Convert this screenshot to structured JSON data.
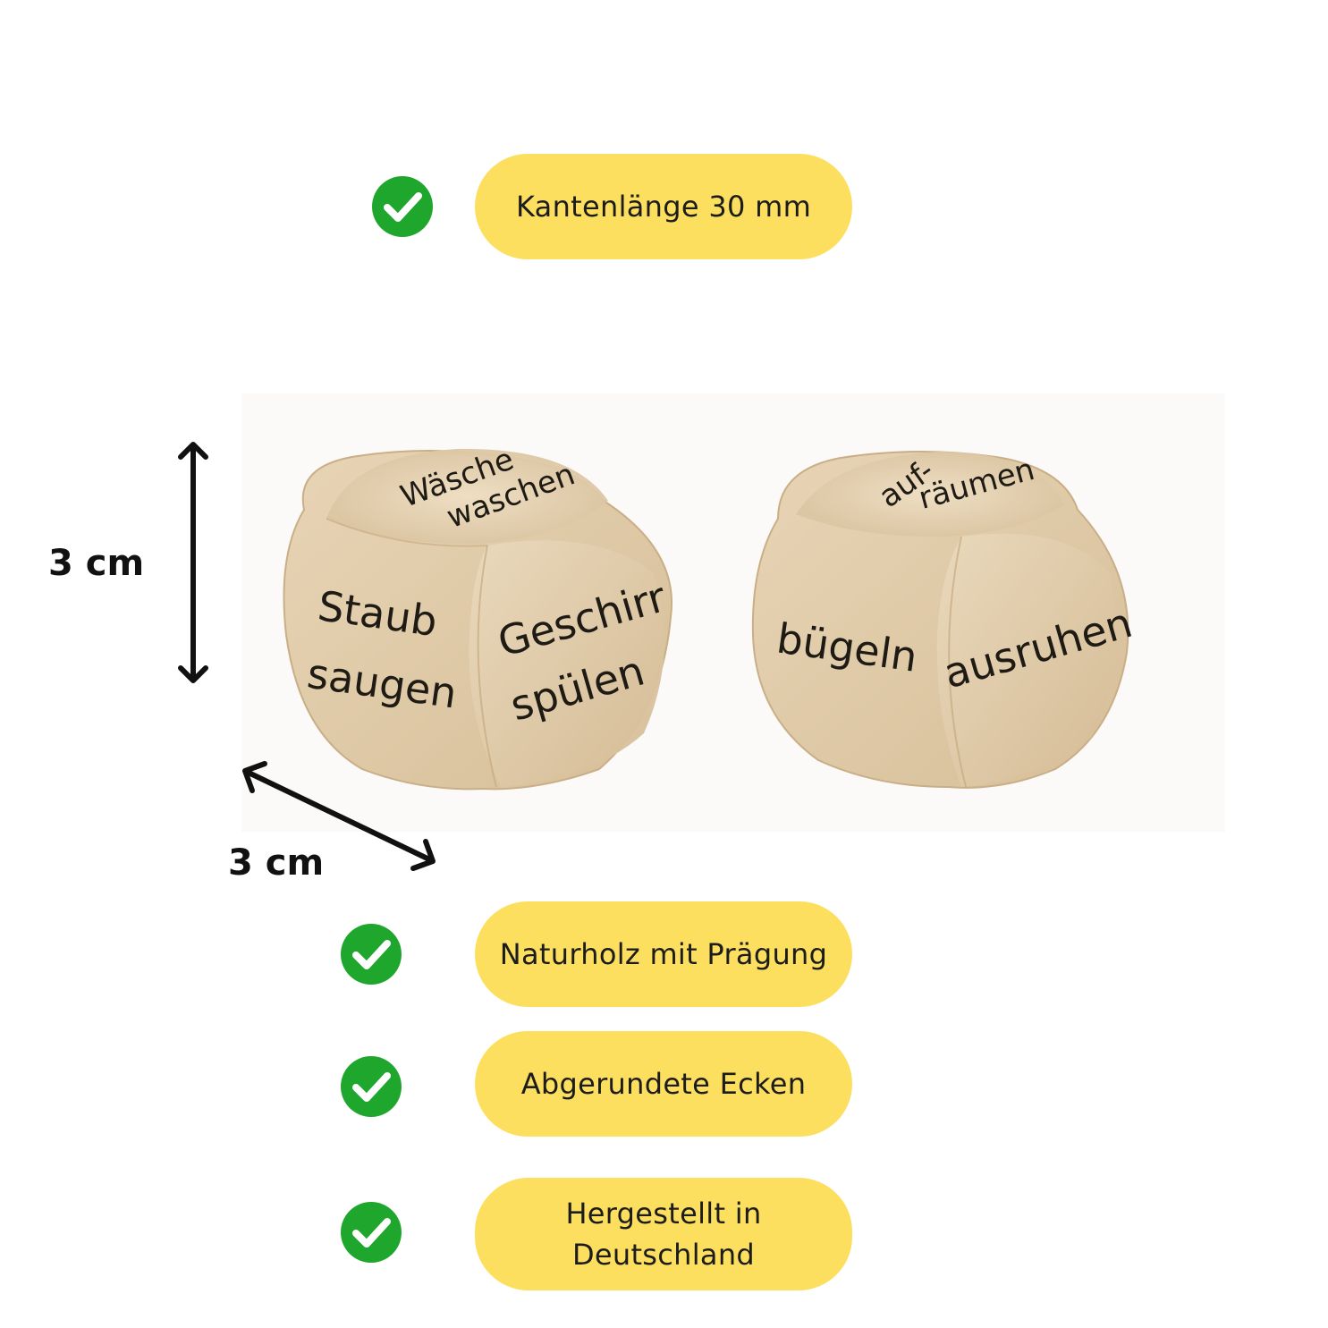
{
  "features": {
    "top": "Kantenlänge 30 mm",
    "items": [
      "Naturholz mit Prägung",
      "Abgerundete Ecken",
      "Hergestellt in Deutschland"
    ]
  },
  "dimensions": {
    "height_label": "3 cm",
    "width_label": "3 cm"
  },
  "dice": {
    "left": {
      "top_line1": "Wäsche",
      "top_line2": "waschen",
      "left_line1": "Staub",
      "left_line2": "saugen",
      "right_line1": "Geschirr",
      "right_line2": "spülen"
    },
    "right": {
      "top_line1": "auf-",
      "top_line2": "räumen",
      "left": "bügeln",
      "right": "ausruhen"
    }
  },
  "colors": {
    "pill": "#fddf5f",
    "check": "#1fa62c",
    "wood": "#e3cfb0"
  }
}
